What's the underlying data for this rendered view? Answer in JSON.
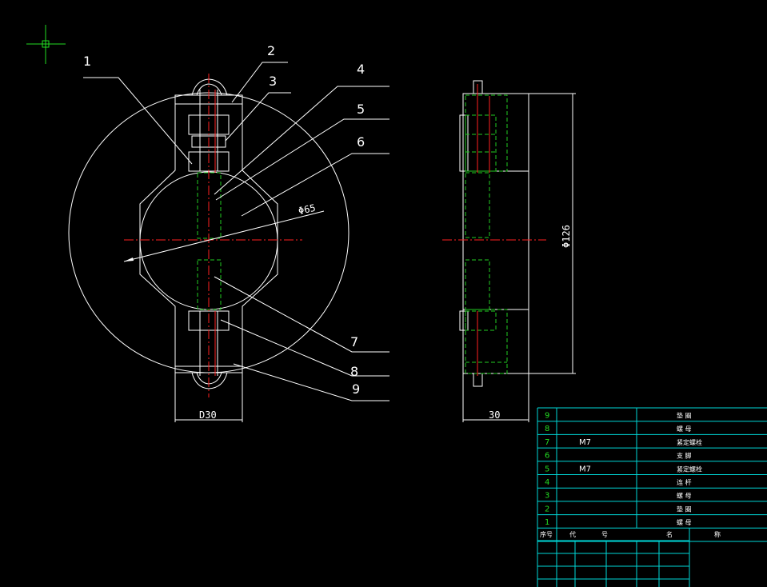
{
  "callouts": [
    "1",
    "2",
    "3",
    "4",
    "5",
    "6",
    "7",
    "8",
    "9"
  ],
  "dimensions": {
    "dia_bore": "Φ65",
    "dia_outer": "Φ126",
    "front_width": "D30",
    "side_width": "30"
  },
  "bom": {
    "rows": [
      {
        "no": "9",
        "code": "",
        "name": "垫  圈"
      },
      {
        "no": "8",
        "code": "",
        "name": "螺  母"
      },
      {
        "no": "7",
        "code": "M7",
        "name": "紧定螺栓"
      },
      {
        "no": "6",
        "code": "",
        "name": "支  脚"
      },
      {
        "no": "5",
        "code": "M7",
        "name": "紧定螺栓"
      },
      {
        "no": "4",
        "code": "",
        "name": "连  杆"
      },
      {
        "no": "3",
        "code": "",
        "name": "螺  母"
      },
      {
        "no": "2",
        "code": "",
        "name": "垫  圈"
      },
      {
        "no": "1",
        "code": "",
        "name": "螺  母"
      }
    ],
    "header": {
      "no": "序号",
      "code_a": "代",
      "code_b": "号",
      "name_a": "名",
      "name_b": "称"
    }
  },
  "colors": {
    "background": "#000000",
    "outline": "#ffffff",
    "table": "#00d8d8",
    "centerline": "#ff2020",
    "hidden": "#22cc22"
  }
}
